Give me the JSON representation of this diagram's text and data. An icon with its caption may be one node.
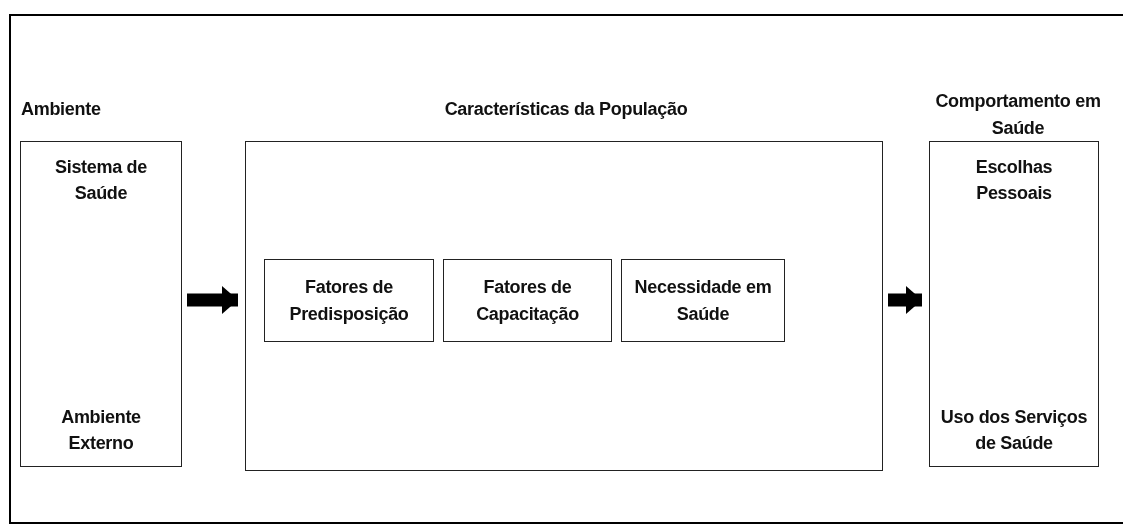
{
  "diagram": {
    "nodes": [
      {
        "text": [
          "Ambiente",
          "Sistema de Saúde",
          "Ambiente Externo"
        ]
      },
      {
        "text": [
          "Características da População"
        ]
      },
      {
        "text": [
          "Fatores de Predisposição"
        ],
        "in": 1
      },
      {
        "text": [
          "Fatores de Capacitação"
        ],
        "in": 1
      },
      {
        "text": [
          "Necessidade em Saúde"
        ],
        "in": 1
      },
      {
        "text": [
          "Comportamento em Saúde",
          "Escolhas Pessoais",
          "Uso dos Serviços de Saúde"
        ]
      }
    ],
    "edges": [
      {
        "from": 0,
        "to": 1,
        "arrow": "to"
      },
      {
        "from": 1,
        "to": 5,
        "arrow": "to"
      }
    ]
  }
}
